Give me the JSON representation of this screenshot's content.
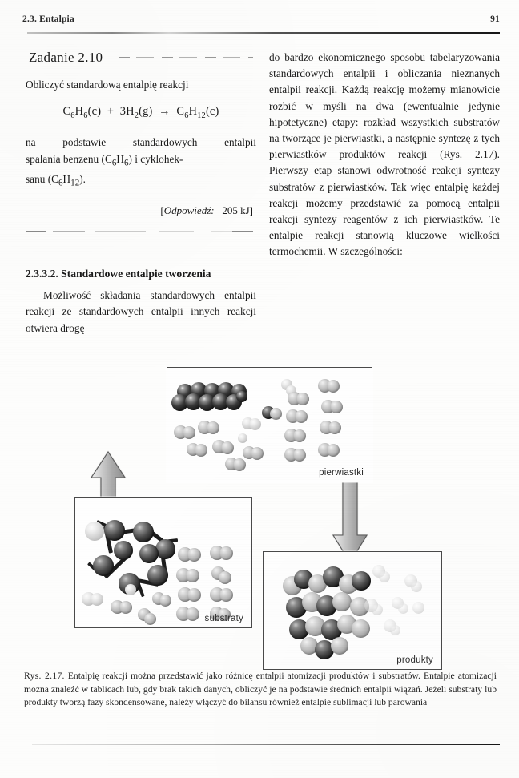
{
  "header": {
    "running_head": "2.3. Entalpia",
    "page_number": "91"
  },
  "left_column": {
    "exercise": {
      "title": "Zadanie 2.10",
      "prompt": "Obliczyć standardową entalpię reakcji",
      "equation": "C6H6(c) + 3H2(g) → C6H12(c)",
      "equation_parts": {
        "reactant1": "C6H6(c)",
        "plus": "+",
        "reactant2": "3H2(g)",
        "arrow": "→",
        "product": "C6H12(c)"
      },
      "basis_text": "na podstawie standardowych entalpii spalania benzenu (C6H6) i cykloheksanu (C6H12).",
      "answer_label": "Odpowiedź:",
      "answer_value": "205 kJ",
      "answer_full": "[Odpowiedź:   205 kJ]"
    },
    "section": {
      "number_and_title": "2.3.3.2. Standardowe entalpie tworzenia",
      "body": "Możliwość składania standardowych entalpii reakcji ze standardowych entalpii innych reakcji otwiera drogę"
    }
  },
  "right_column": {
    "body": "do bardzo ekonomicznego sposobu tabelaryzowania standardowych entalpii i obliczania nieznanych entalpii reakcji. Każdą reakcję możemy mianowicie rozbić w myśli na dwa (ewentualnie jedynie hipotetyczne) etapy: rozkład wszystkich substratów na tworzące je pierwiastki, a następnie syntezę z tych pierwiastków produktów reakcji (Rys. 2.17). Pierwszy etap stanowi odwrotność reakcji syntezy substratów z pierwiastków. Tak więc entalpię każdej reakcji możemy przedstawić za pomocą entalpii reakcji syntezy reagentów z ich pierwiastków. Te entalpie reakcji stanowią kluczowe wielkości termochemii. W szczególności:"
  },
  "figure": {
    "boxes": {
      "elements_label": "pierwiastki",
      "substrates_label": "substraty",
      "products_label": "produkty"
    },
    "arrows": {
      "up_arrow": "substraty-to-pierwiastki",
      "down_arrow": "pierwiastki-to-produkty"
    },
    "caption_lead": "Rys. 2.17.",
    "caption_text": "Entalpię reakcji można przedstawić jako różnicę entalpii atomizacji produktów i substratów. Entalpie atomizacji można znaleźć w tablicach lub, gdy brak takich danych, obliczyć je na podstawie średnich entalpii wiązań. Jeżeli substraty lub produkty tworzą fazy skondensowane, należy włączyć do bilansu również entalpie sublimacji lub parowania"
  },
  "colors": {
    "page_background": "#fdfdfc",
    "text": "#1a1a1a",
    "box_border": "#4a4a4a",
    "carbon_atom": "#222222",
    "hydrogen_atom": "#c8c8c8",
    "arrow_fill": "#b3b3b3"
  }
}
